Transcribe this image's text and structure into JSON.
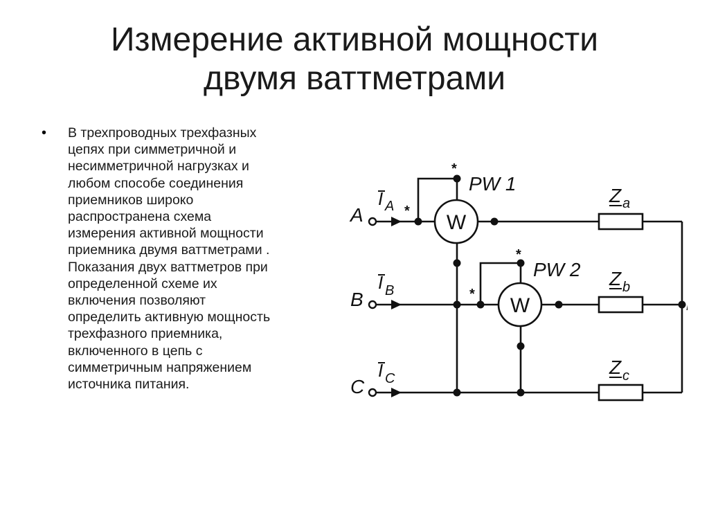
{
  "slide": {
    "title_line1": "Измерение активной мощности",
    "title_line2": "двумя ваттметрами",
    "bullet_marker": "•",
    "bullet_text": "В трехпроводных трехфазных\nцепях при симметричной и\nнесимметричной нагрузках и\nлюбом способе соединения\nприемников широко\nраспространена схема\nизмерения активной мощности\nприемника двумя ваттметрами .\nПоказания двух ваттметров при\nопределенной схеме их\nвключения позволяют\nопределить активную мощность\nтрехфазного приемника,\nвключенного в цепь с\nсимметричным напряжением\nисточника питания."
  },
  "diagram": {
    "phase_a": "A",
    "phase_b": "B",
    "phase_c": "C",
    "current_a_main": "I",
    "current_a_sub": "A",
    "current_b_main": "I",
    "current_b_sub": "B",
    "current_c_main": "I",
    "current_c_sub": "C",
    "wattmeter1_label": "PW 1",
    "wattmeter2_label": "PW 2",
    "wattmeter_symbol": "W",
    "star_mark": "*",
    "impedance_a_main": "Z",
    "impedance_a_sub": "a",
    "impedance_b_main": "Z",
    "impedance_b_sub": "b",
    "impedance_c_main": "Z",
    "impedance_c_sub": "c",
    "neutral_label": "n"
  }
}
